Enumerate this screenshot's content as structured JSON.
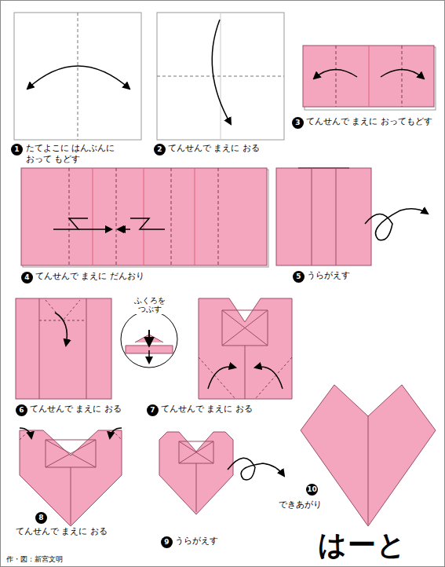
{
  "diagram": {
    "title": "はーと",
    "labels": [
      "1",
      "たてよこに はんぶんに おって もどす",
      "2",
      "てんせんで まえに おる",
      "3",
      "てんせんで まえに おってもどす",
      "4",
      "てんせんで まえに だんおり",
      "5",
      "うらがえす",
      "ふくろを つぶす",
      "6",
      "てんせんで まえに おる",
      "7",
      "てんせんで まえに おる",
      "8",
      "てんせんで まえに おる",
      "9",
      "うらがえす",
      "10",
      "できあがり",
      "作・図：新宮文明"
    ]
  }
}
